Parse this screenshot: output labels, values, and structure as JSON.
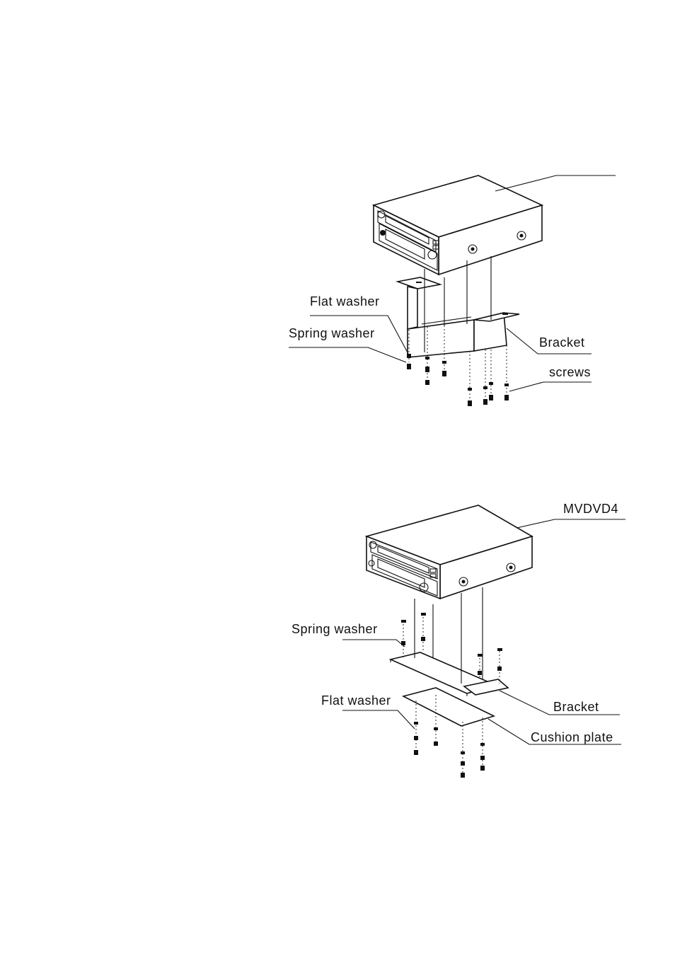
{
  "diagram_1": {
    "labels": {
      "flat_washer": "Flat washer",
      "spring_washer": "Spring washer",
      "bracket": "Bracket",
      "screws": "screws"
    }
  },
  "diagram_2": {
    "labels": {
      "model": "MVDVD4",
      "spring_washer": "Spring washer",
      "flat_washer": "Flat washer",
      "bracket": "Bracket",
      "cushion_plate": "Cushion plate"
    }
  }
}
